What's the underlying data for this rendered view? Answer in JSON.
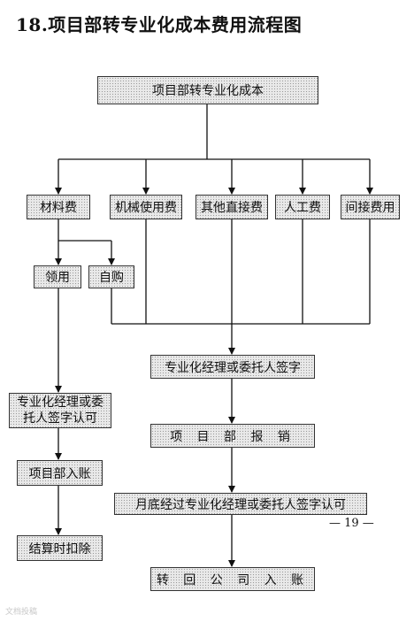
{
  "title": "18.项目部转专业化成本费用流程图",
  "boxes": {
    "top": "项目部转专业化成本",
    "material": "材料费",
    "machinery": "机械使用费",
    "other_direct": "其他直接费",
    "labor": "人工费",
    "indirect": "间接费用",
    "receive": "领用",
    "self_purchase": "自购",
    "specialist_sign": "专业化经理或委托人签字",
    "specialist_approve": "专业化经理或委托人签字认可",
    "project_reimburse": "项 目 部 报 销",
    "project_entry": "项目部入账",
    "month_end": "月底经过专业化经理或委托人签字认可",
    "settlement": "结算时扣除",
    "transfer_back": "转 回 公 司 入 账"
  },
  "page_number": "— 19 —",
  "watermark": "文档投稿"
}
